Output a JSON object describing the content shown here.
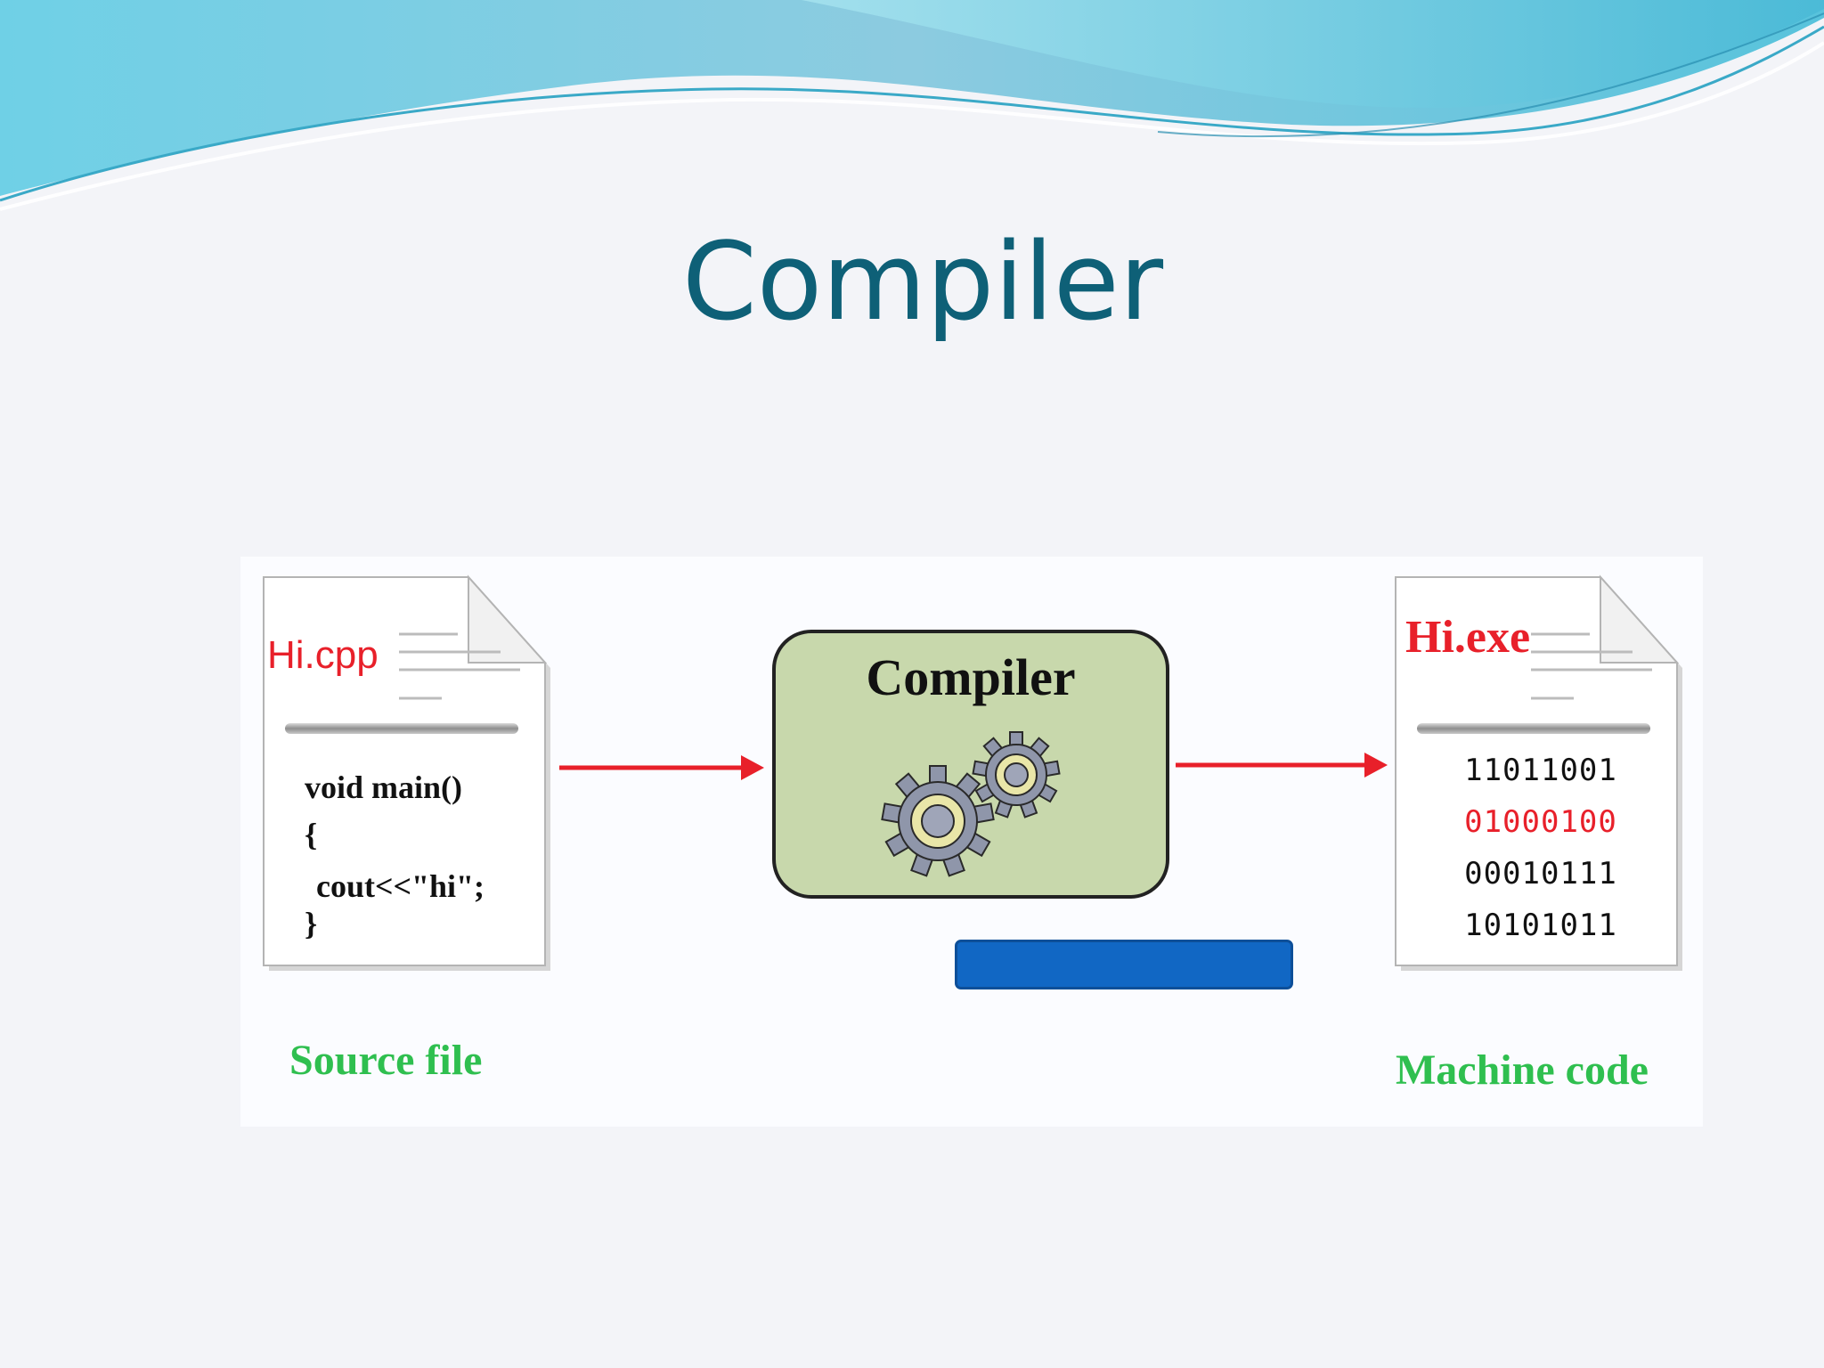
{
  "slide": {
    "title": "Compiler"
  },
  "source_file": {
    "filename": "Hi.cpp",
    "code_lines": [
      "void main()",
      "{",
      " cout<<\"hi\";",
      "}"
    ],
    "caption": "Source file"
  },
  "compiler": {
    "label": "Compiler",
    "icon": "gears-icon"
  },
  "machine_code": {
    "filename": "Hi.exe",
    "lines": [
      "11011001",
      "01000100",
      "00010111",
      "10101011"
    ],
    "highlight_line": 1,
    "caption": "Machine code"
  },
  "colors": {
    "title": "#0e6077",
    "filename": "#e8202a",
    "caption": "#2fbf4f",
    "arrow": "#e8202a",
    "compiler_fill": "#c8d8ac",
    "blue_bar": "#1167c4"
  }
}
